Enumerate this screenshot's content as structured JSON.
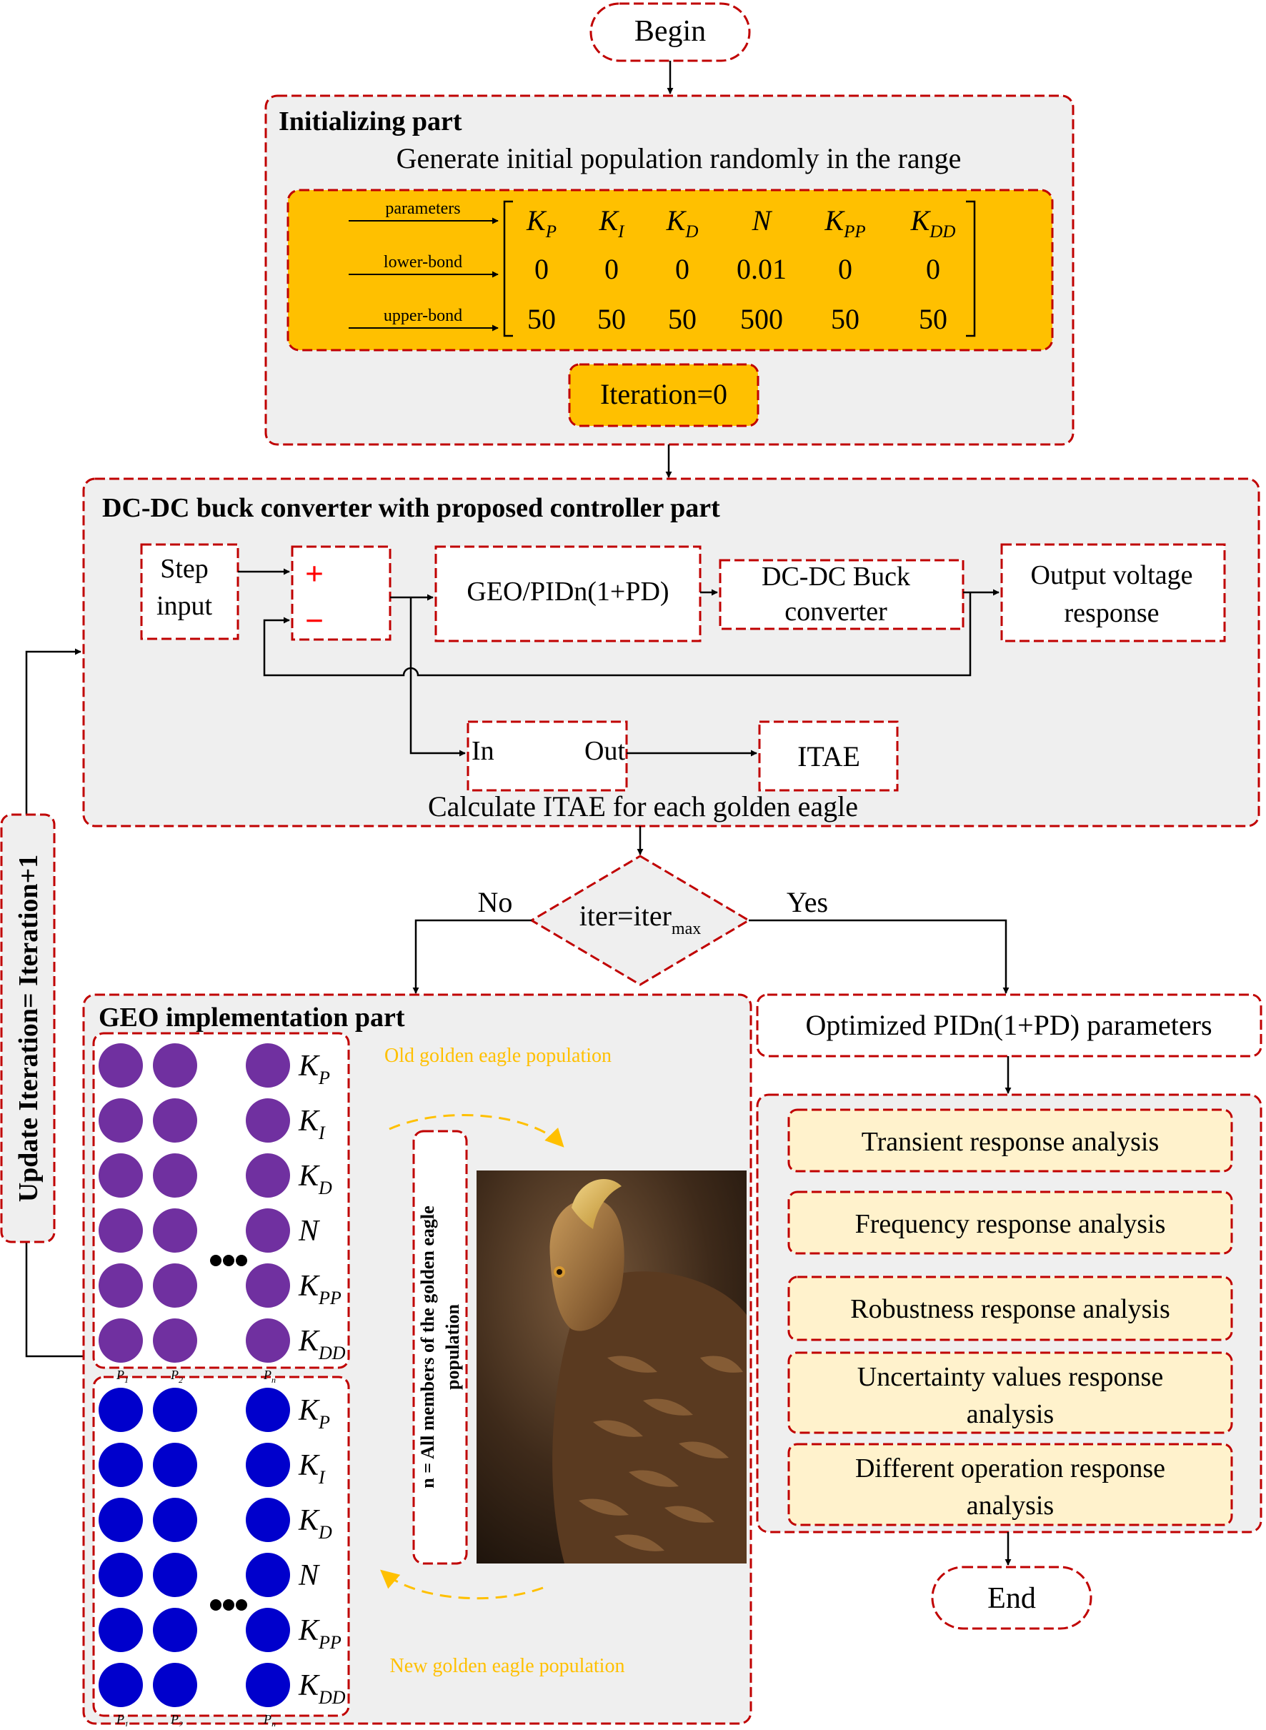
{
  "begin_label": "Begin",
  "end_label": "End",
  "init": {
    "title": "Initializing part",
    "subtitle": "Generate initial population randomly in the range",
    "row_labels": [
      "parameters",
      "lower-bond",
      "upper-bond"
    ],
    "params": [
      {
        "base": "K",
        "sub": "P"
      },
      {
        "base": "K",
        "sub": "I"
      },
      {
        "base": "K",
        "sub": "D"
      },
      {
        "base": "N",
        "sub": ""
      },
      {
        "base": "K",
        "sub": "PP"
      },
      {
        "base": "K",
        "sub": "DD"
      }
    ],
    "lower": [
      "0",
      "0",
      "0",
      "0.01",
      "0",
      "0"
    ],
    "upper": [
      "50",
      "50",
      "50",
      "500",
      "50",
      "50"
    ],
    "iteration_label": "Iteration=0"
  },
  "dc": {
    "title": "DC-DC buck converter with proposed controller part",
    "step_line1": "Step",
    "step_line2": "input",
    "plus": "+",
    "minus": "−",
    "controller": "GEO/PIDn(1+PD)",
    "buck_line1": "DC-DC Buck",
    "buck_line2": "converter",
    "output_line1": "Output voltage",
    "output_line2": "response",
    "in_label": "In",
    "out_label": "Out",
    "itae": "ITAE",
    "calc_label": "Calculate ITAE for each golden eagle"
  },
  "decision": {
    "text": "iter=iter",
    "sub": "max",
    "no": "No",
    "yes": "Yes"
  },
  "update_label": "Update Iteration= Iteration+1",
  "geo": {
    "title": "GEO implementation part",
    "old_label": "Old golden eagle population",
    "new_label": "New golden eagle population",
    "members_line1": "n = All members of the golden eagle",
    "members_line2": "population",
    "column_labels": [
      {
        "base": "P",
        "sub": "1"
      },
      {
        "base": "P",
        "sub": "2"
      },
      {
        "base": "P",
        "sub": "n"
      }
    ],
    "old_color": "#7030a0",
    "new_color": "#0000cc"
  },
  "optimized_label": "Optimized PIDn(1+PD) parameters",
  "analyses": [
    "Transient response analysis",
    "Frequency response analysis",
    "Robustness response analysis",
    "Uncertainty values response analysis",
    "Different operation response analysis"
  ],
  "colors": {
    "dashed_border": "#c00000",
    "panel_fill": "#efefef",
    "orange": "#ffc000",
    "light_yellow": "#fff2cc",
    "arrow_yellow": "#ffc000"
  }
}
